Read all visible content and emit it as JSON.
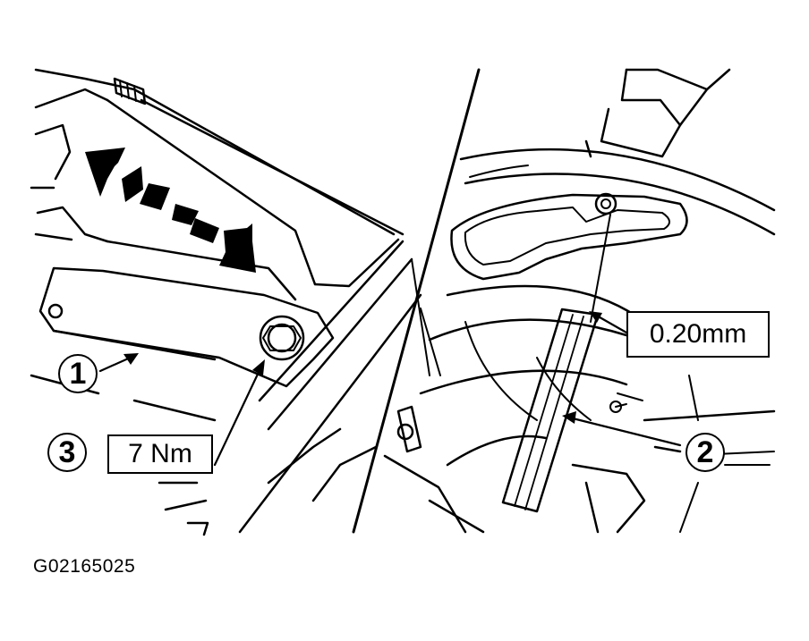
{
  "callouts": {
    "item1": "1",
    "item2": "2",
    "item3": "3"
  },
  "values": {
    "clearance": "0.20mm",
    "torque": "7 Nm"
  },
  "figure_id": "G02165025",
  "icons": {
    "adjust_arrow": "double-headed-dashed-arrow-icon"
  },
  "colors": {
    "ink": "#000000",
    "paper": "#ffffff"
  }
}
